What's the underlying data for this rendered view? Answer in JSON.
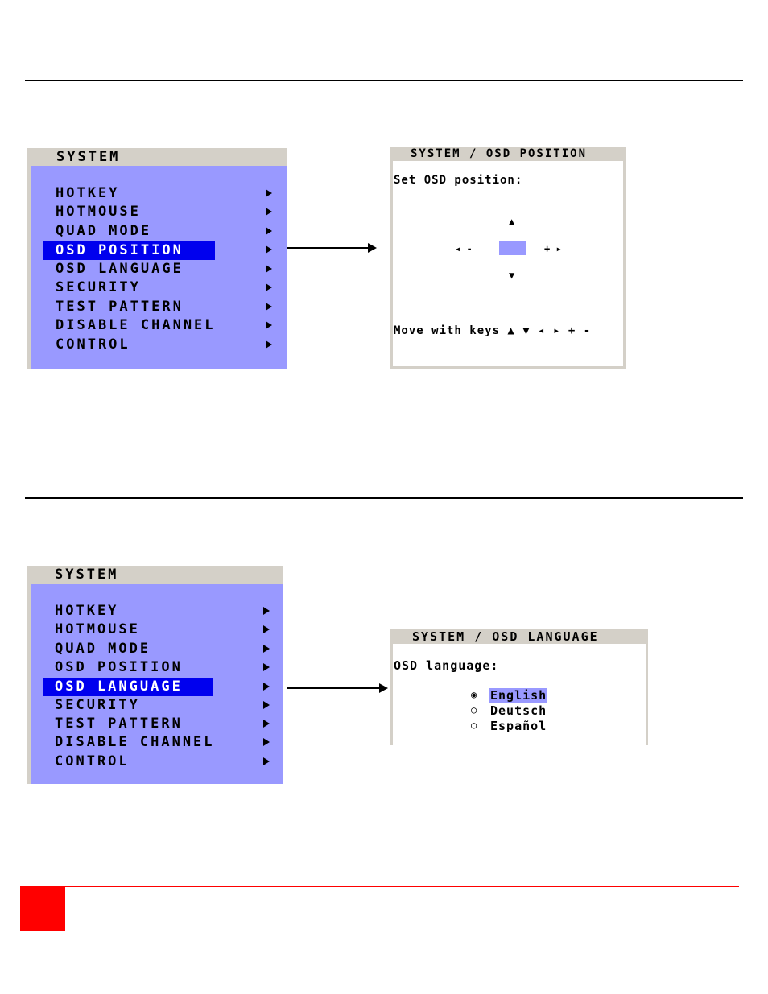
{
  "menu": {
    "title": "SYSTEM",
    "items": [
      "HOTKEY",
      "HOTMOUSE",
      "QUAD MODE",
      "OSD POSITION",
      "OSD LANGUAGE",
      "SECURITY",
      "TEST PATTERN",
      "DISABLE CHANNEL",
      "CONTROL"
    ]
  },
  "position_dialog": {
    "title": "SYSTEM / OSD POSITION",
    "prompt": "Set OSD position:",
    "up_arrow": "▲",
    "down_arrow": "▼",
    "left_controls": "◂ -",
    "right_controls": "+ ▸",
    "instructions": "Move with keys ▲ ▼ ◂ ▸ + -"
  },
  "language_dialog": {
    "title": "SYSTEM / OSD LANGUAGE",
    "prompt": "OSD language:",
    "options": [
      "English",
      "Deutsch",
      "Español"
    ],
    "selected_marker": "◉",
    "unselected_marker": "○"
  },
  "colors": {
    "menu_bg": "#9999ff",
    "title_bar": "#d4d0c8",
    "selected_bg": "#0000ee",
    "accent_red": "#ff0000"
  }
}
